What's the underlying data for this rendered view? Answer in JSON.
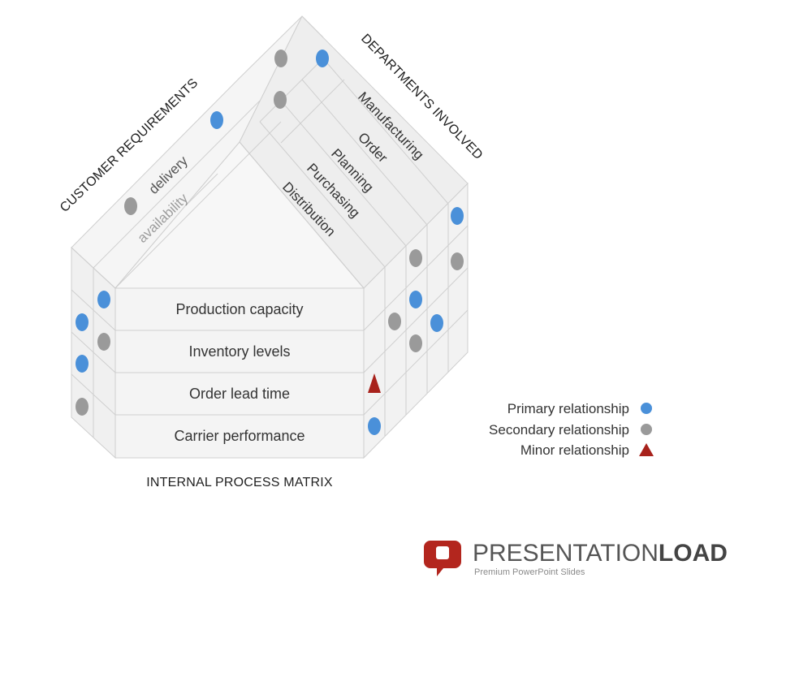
{
  "colors": {
    "primary": "#4a90d9",
    "secondary": "#9a9a9a",
    "minor": "#a8221c",
    "grid_line": "#cfcfcf",
    "face_front": "#f4f4f4",
    "face_roof": "#eeeeee",
    "logo_red": "#b3261e"
  },
  "headings": {
    "customer_requirements": "CUSTOMER REQUIREMENTS",
    "departments_involved": "DEPARTMENTS INVOLVED",
    "internal_process_matrix": "INTERNAL PROCESS MATRIX"
  },
  "processes": [
    "Production capacity",
    "Inventory levels",
    "Order lead time",
    "Carrier performance"
  ],
  "departments": [
    "Manufacturing",
    "Order",
    "Planning",
    "Purchasing",
    "Distribution"
  ],
  "customer_requirements": [
    "delivery",
    "availability"
  ],
  "legend": {
    "primary": "Primary relationship",
    "secondary": "Secondary relationship",
    "minor": "Minor relationship"
  },
  "left_markers": [
    {
      "type": "primary"
    },
    {
      "type": "primary"
    },
    {
      "type": "primary"
    },
    {
      "type": "secondary"
    },
    {
      "type": "secondary"
    }
  ],
  "right_markers": [
    {
      "type": "minor"
    },
    {
      "type": "primary"
    },
    {
      "type": "secondary"
    },
    {
      "type": "secondary"
    },
    {
      "type": "primary"
    },
    {
      "type": "secondary"
    },
    {
      "type": "primary"
    },
    {
      "type": "primary"
    },
    {
      "type": "secondary"
    }
  ],
  "roof_markers": [
    {
      "type": "secondary"
    },
    {
      "type": "primary"
    },
    {
      "type": "secondary"
    },
    {
      "type": "primary"
    },
    {
      "type": "secondary"
    }
  ],
  "logo": {
    "brand_light": "PRESENTATION",
    "brand_bold": "LOAD",
    "tagline": "Premium PowerPoint Slides"
  }
}
